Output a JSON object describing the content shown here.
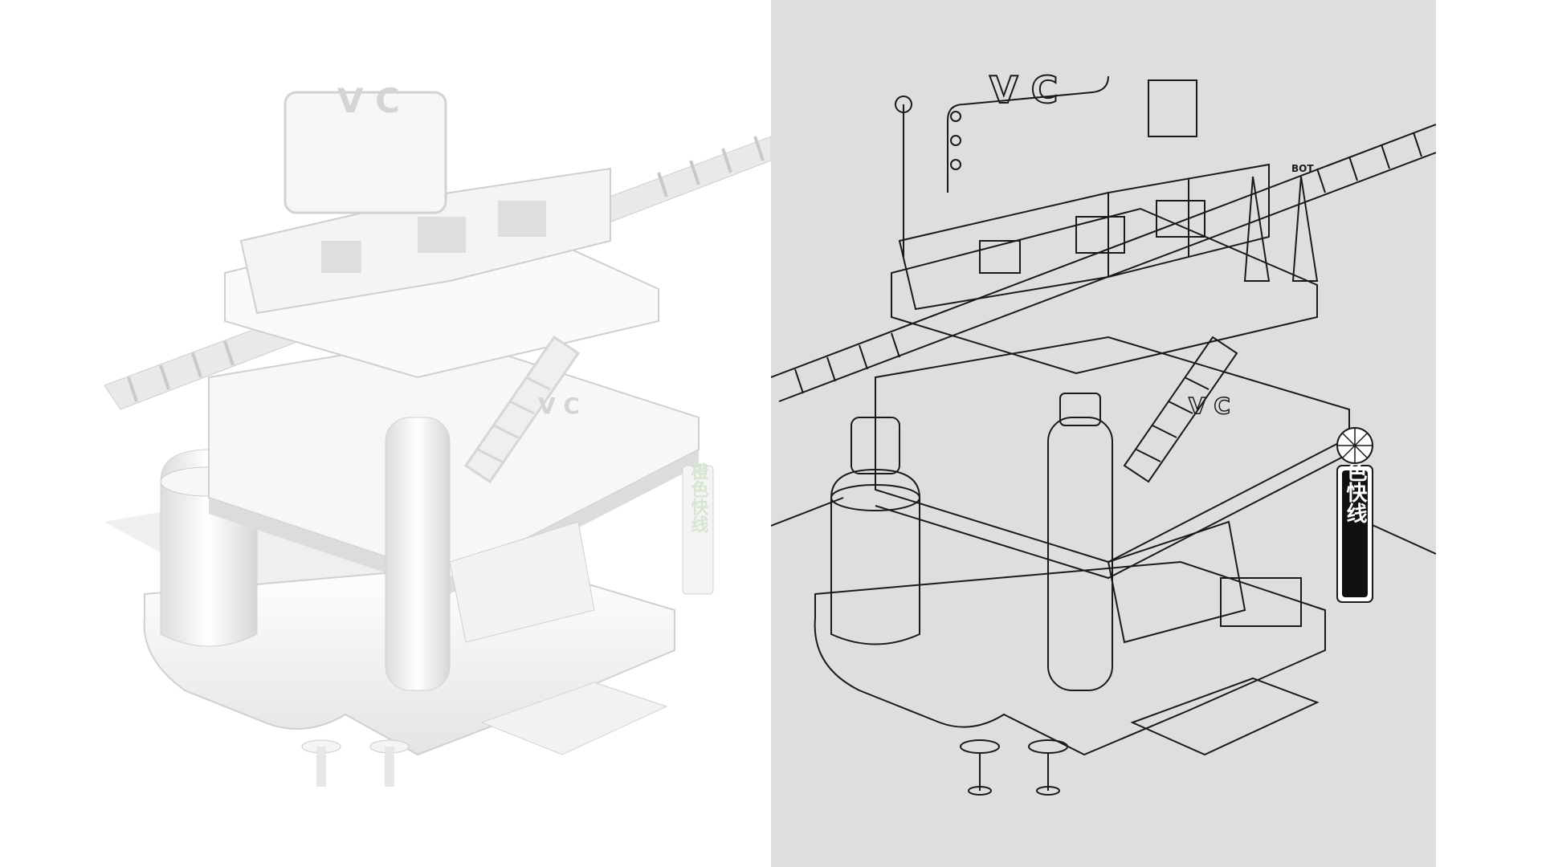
{
  "scene": {
    "description_label": "",
    "signs": {
      "top_logo": "V C",
      "mid_logo": "V C",
      "shop_sign": "橙色快线",
      "rail_tag": "BOT"
    },
    "colors": {
      "left_background": "#ffffff",
      "right_background": "#dedede",
      "line_ink": "#1a1a1a",
      "shade_dark": "#cfcfcf",
      "shade_light": "#f3f3f3",
      "sign_panel": "#111111",
      "sign_text": "#ffffff"
    },
    "panels": [
      "ambient-occlusion-render",
      "line-art-render"
    ]
  }
}
